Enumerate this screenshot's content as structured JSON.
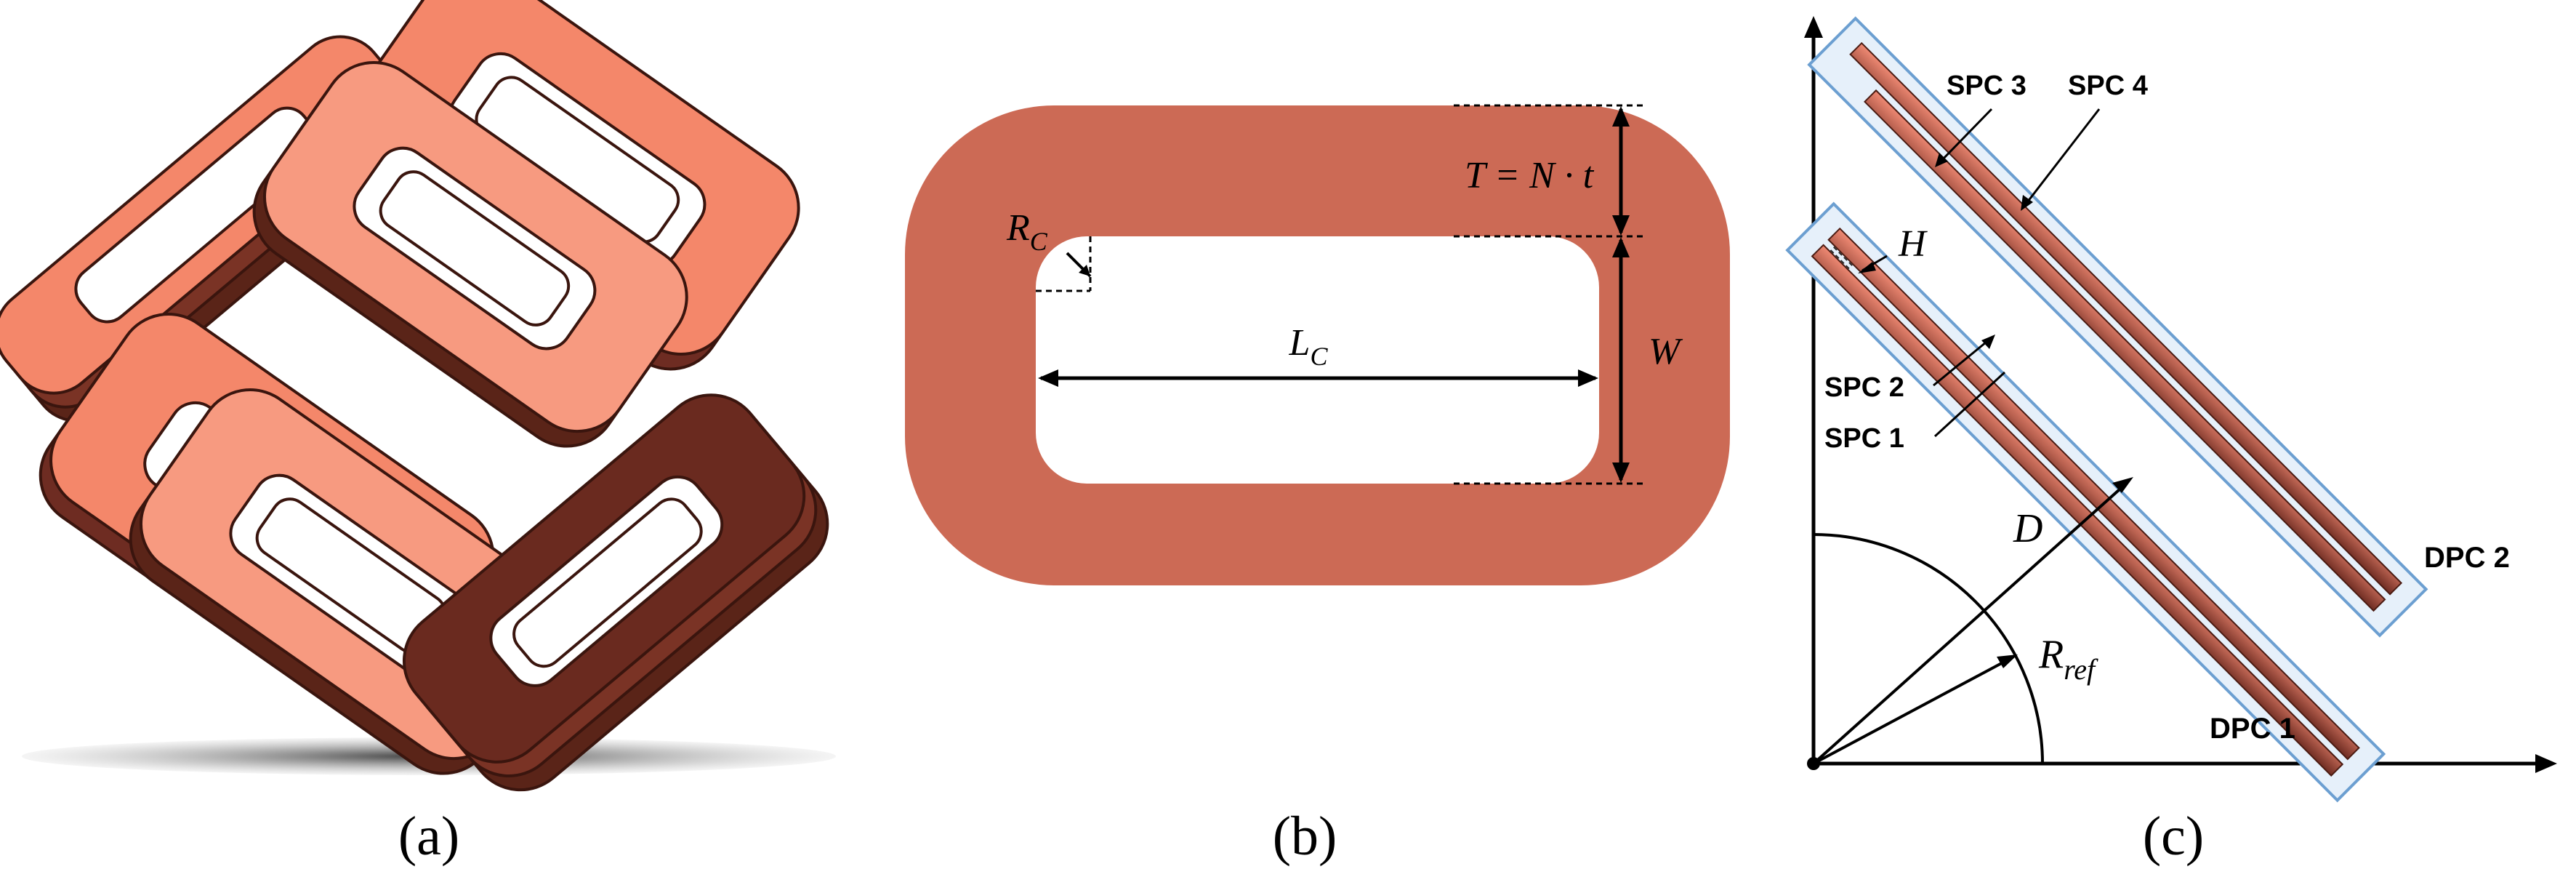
{
  "panels": {
    "a": {
      "label": "(a)"
    },
    "b": {
      "label": "(b)",
      "rc_base": "R",
      "rc_sub": "C",
      "lc_base": "L",
      "lc_sub": "C",
      "t_formula": "T = N · t",
      "w_label": "W"
    },
    "c": {
      "label": "(c)",
      "spc3": "SPC 3",
      "spc4": "SPC 4",
      "spc2": "SPC 2",
      "spc1": "SPC 1",
      "dpc1": "DPC 1",
      "dpc2": "DPC 2",
      "h_label": "H",
      "d_label": "D",
      "rref_base": "R",
      "rref_sub": "ref"
    }
  },
  "colors": {
    "coil_face": "#f4876a",
    "coil_face_light": "#f79a80",
    "coil_side": "#5a2418",
    "coil_edge": "#3a150e",
    "racetrack": "#cc6a55",
    "dpc_fill": "#e6f0fa",
    "dpc_stroke": "#6c9fd1",
    "shadow": "#3c3c3c"
  }
}
